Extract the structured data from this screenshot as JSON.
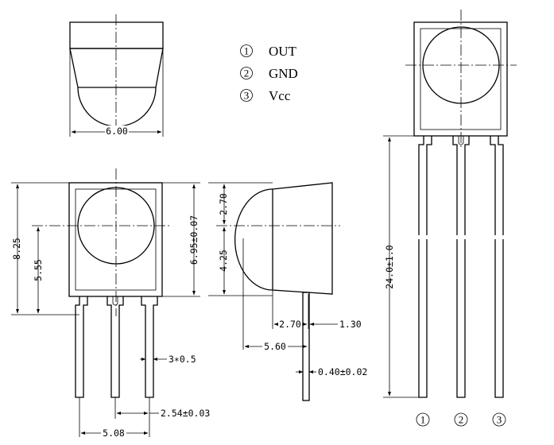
{
  "legend": {
    "items": [
      {
        "num": "1",
        "label": "OUT"
      },
      {
        "num": "2",
        "label": "GND"
      },
      {
        "num": "3",
        "label": "Vcc"
      }
    ]
  },
  "dimensions": {
    "top_width": "6.00",
    "overall_height": "8.25",
    "lens_center_height": "5.55",
    "body_height": "6.95±0.07",
    "top_to_center": "2.70",
    "center_to_body_bottom": "4.25",
    "lens_depth": "2.70",
    "body_depth": "1.30",
    "side_depth": "5.60",
    "lead_thickness": "0.40±0.02",
    "lead_width": "3∗0.5",
    "lead_pitch": "2.54±0.03",
    "lead_span": "5.08",
    "lead_length": "24.0±1.0"
  },
  "pin_labels": [
    "1",
    "2",
    "3"
  ]
}
